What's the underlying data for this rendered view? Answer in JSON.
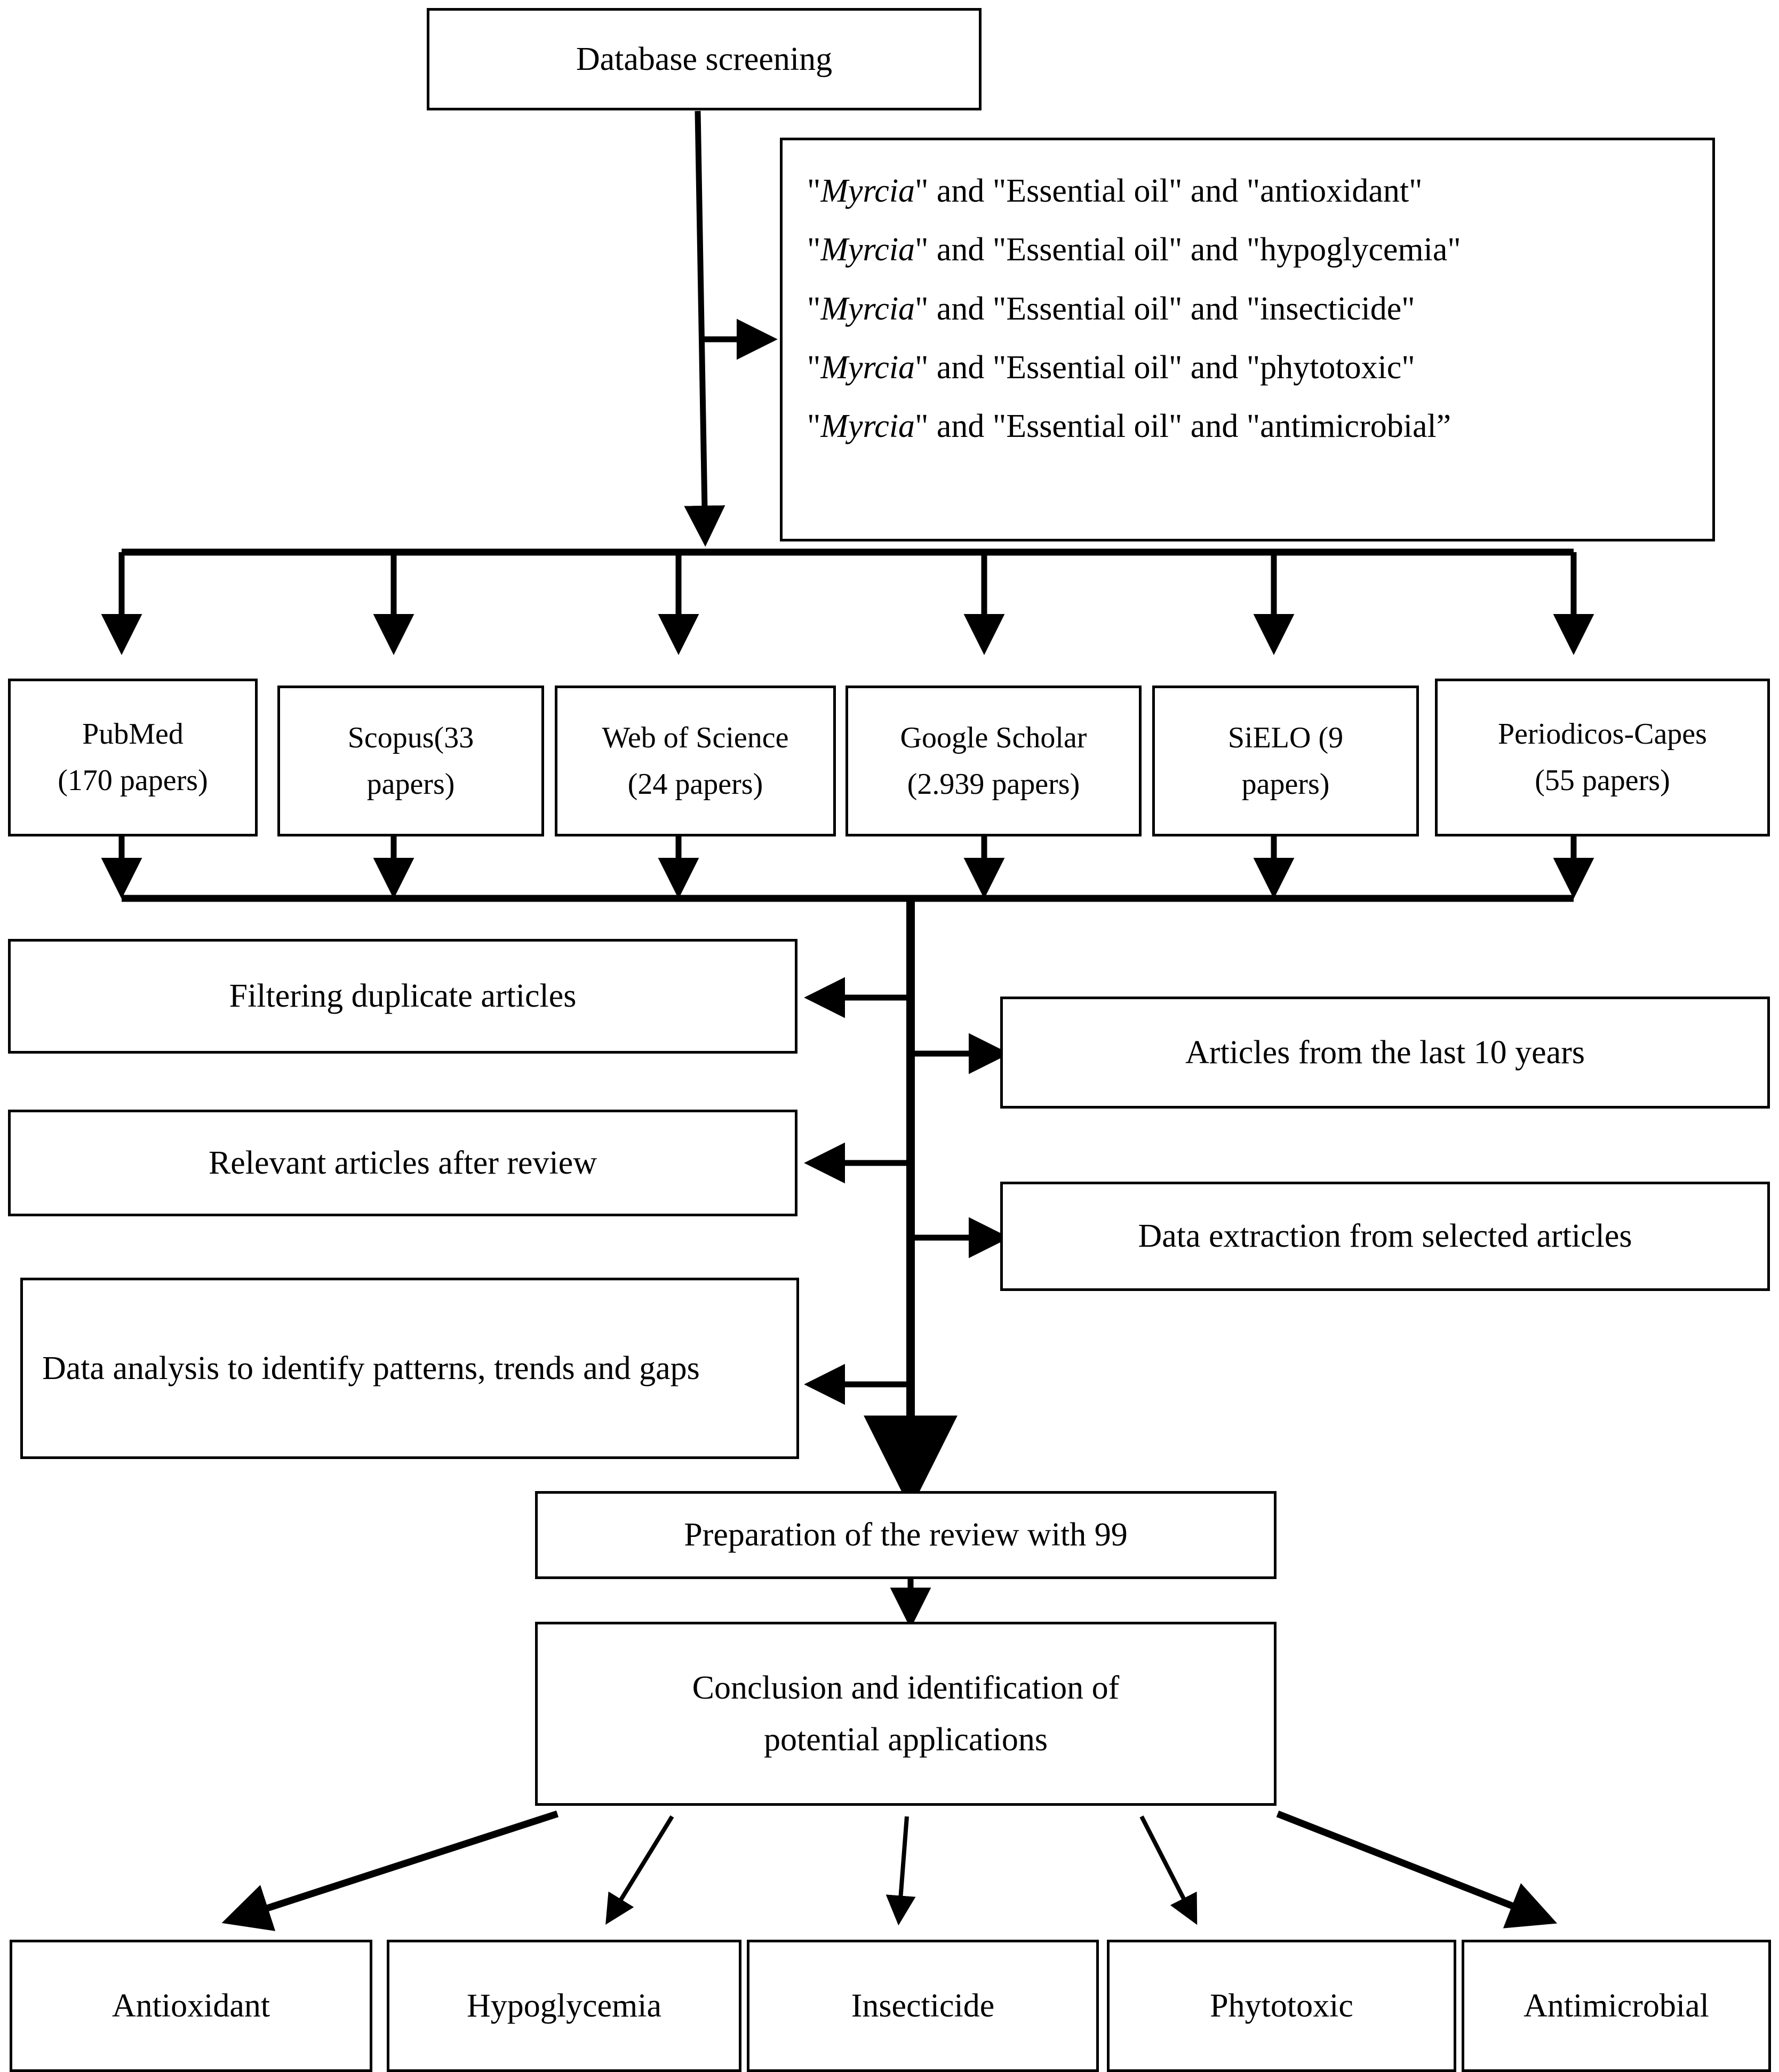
{
  "diagram": {
    "type": "flowchart",
    "title": "Database screening literature review flowchart",
    "stroke_color": "#000000",
    "fill_color": "#ffffff"
  },
  "start": {
    "label": "Database screening"
  },
  "queries": {
    "lines": [
      {
        "prefix": "\"",
        "genus": "Myrcia",
        "suffix": "\" and \"Essential oil\" and \"antioxidant\""
      },
      {
        "prefix": "\"",
        "genus": "Myrcia",
        "suffix": "\" and \"Essential oil\" and \"hypoglycemia\""
      },
      {
        "prefix": "\"",
        "genus": "Myrcia",
        "suffix": "\" and \"Essential oil\" and \"insecticide\""
      },
      {
        "prefix": "\"",
        "genus": "Myrcia",
        "suffix": "\" and \"Essential oil\" and \"phytotoxic\""
      },
      {
        "prefix": "\"",
        "genus": "Myrcia",
        "suffix": "\" and \"Essential oil\" and \"antimicrobial”"
      }
    ]
  },
  "databases": [
    {
      "name": "PubMed",
      "count": "(170 papers)"
    },
    {
      "name": "Scopus(33",
      "count": "papers)"
    },
    {
      "name": "Web of Science",
      "count": "(24 papers)"
    },
    {
      "name": "Google Scholar",
      "count": "(2.939 papers)"
    },
    {
      "name": "SiELO  (9",
      "count": "papers)"
    },
    {
      "name": "Periodicos-Capes",
      "count": "(55 papers)"
    }
  ],
  "process_left": [
    {
      "label": "Filtering duplicate articles"
    },
    {
      "label": "Relevant articles after review"
    },
    {
      "label": "Data analysis to identify patterns, trends and gaps"
    }
  ],
  "process_right": [
    {
      "label": "Articles from the last 10 years"
    },
    {
      "label": "Data extraction from selected articles"
    }
  ],
  "preparation": {
    "label": "Preparation of the review with 99"
  },
  "conclusion": {
    "line1": "Conclusion and identification of",
    "line2": "potential applications"
  },
  "outcomes": [
    {
      "label": "Antioxidant"
    },
    {
      "label": "Hypoglycemia"
    },
    {
      "label": "Insecticide"
    },
    {
      "label": "Phytotoxic"
    },
    {
      "label": "Antimicrobial"
    }
  ]
}
